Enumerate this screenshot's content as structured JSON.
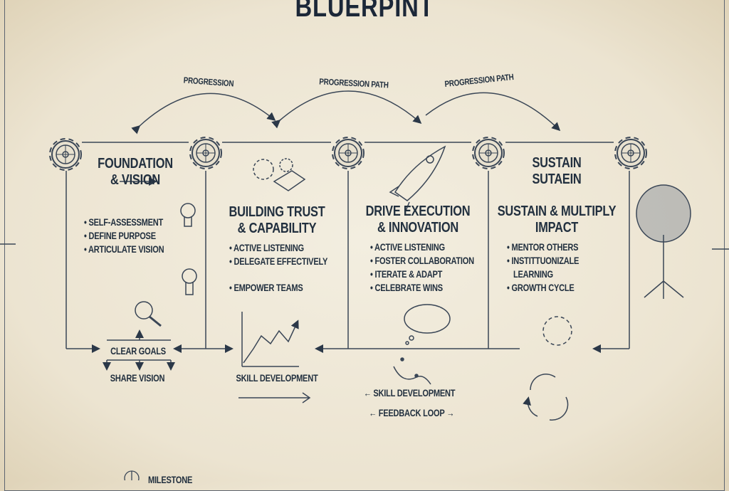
{
  "title": "BLUERPINT",
  "progression_labels": [
    "PROGRESSION",
    "PROGRESSION PATH",
    "PROGRESSION PATH"
  ],
  "stages": [
    {
      "heading": [
        "FOUNDATION",
        "& VISION"
      ],
      "bullets": [
        "SELF-ASSESSMENT",
        "DEFINE PURPOSE",
        "ARTICULATE VISION"
      ]
    },
    {
      "heading": [
        "BUILDING TRUST",
        "& CAPABILITY"
      ],
      "bullets": [
        "ACTIVE LISTENING",
        "DELEGATE EFFECTIVELY",
        "EMPOWER TEAMS"
      ]
    },
    {
      "heading": [
        "DRIVE EXECUTION",
        "& INNOVATION"
      ],
      "bullets": [
        "ACTIVE LISTENING",
        "FOSTER COLLABORATION",
        "ITERATE & ADAPT",
        "CELEBRATE WINS"
      ]
    },
    {
      "subheading": [
        "SUSTAIN",
        "SUTAEIN"
      ],
      "heading": [
        "SUSTAIN & MULTIPLY",
        "IMPACT"
      ],
      "bullets": [
        "MENTOR OTHERS",
        "INSTITTUONIZALE",
        "LEARNING",
        "GROWTH CYCLE"
      ]
    }
  ],
  "bottom": {
    "clear_goals": "CLEAR GOALS",
    "share_vision": "SHARE VISION",
    "skill_development": "SKILL DEVELOPMENT",
    "skill_development_2": "← SKILL DEVELOPMENT",
    "feedback_loop": "← FEEDBACK LOOP →",
    "legend_milestone": "MILESTONE"
  },
  "colors": {
    "ink": "#22303f",
    "paper": "#f0eadb"
  }
}
